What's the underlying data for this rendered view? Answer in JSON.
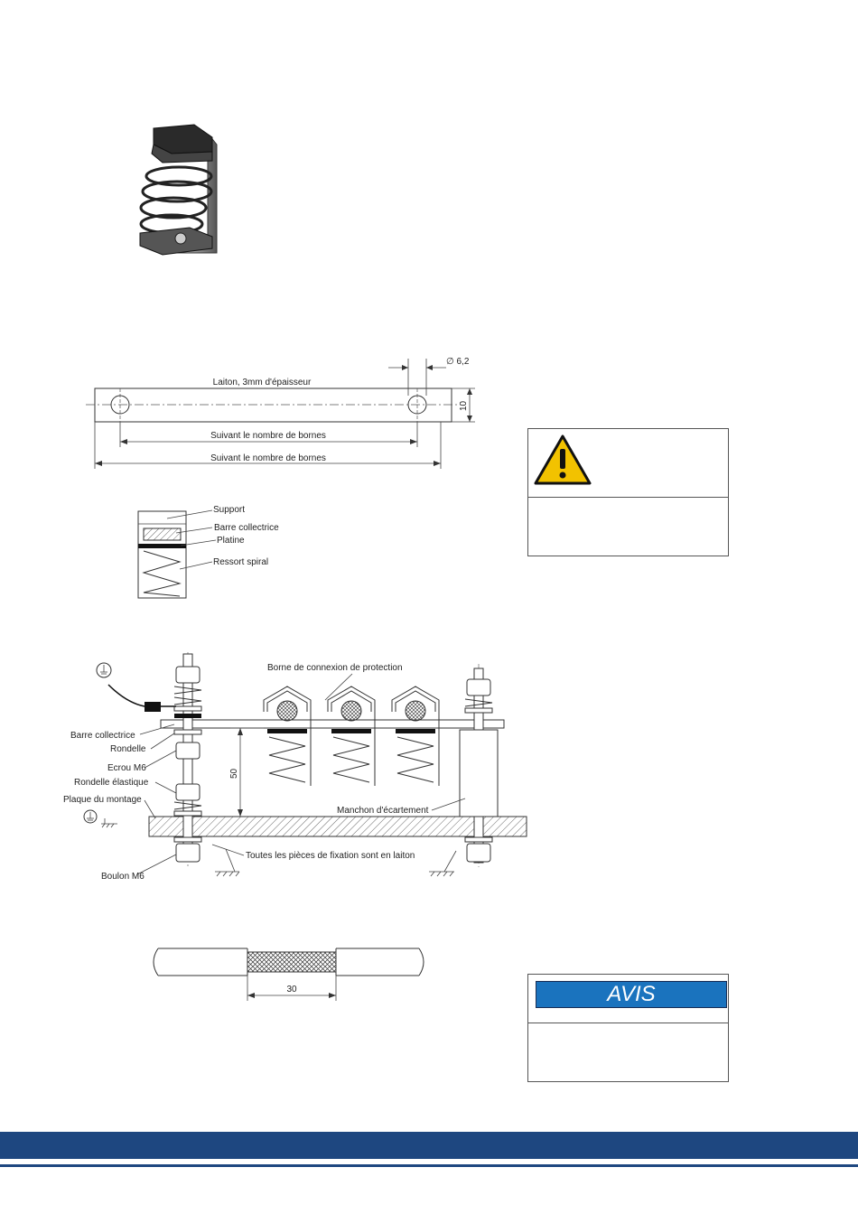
{
  "figure1": {
    "icon": "spring-clamp-terminal-photo"
  },
  "figure2": {
    "material_label": "Laiton, 3mm d'épaisseur",
    "hole_diameter": "∅ 6,2",
    "height": "10",
    "inner_length_label": "Suivant le nombre de bornes",
    "outer_length_label": "Suivant le nombre de bornes"
  },
  "figure3": {
    "labels": [
      "Support",
      "Barre collectrice",
      "Platine",
      "Ressort spiral"
    ]
  },
  "figure4": {
    "top_label": "Borne de connexion de protection",
    "left_labels": [
      "Barre collectrice",
      "Rondelle",
      "Ecrou M6",
      "Rondelle élastique",
      "Plaque du montage",
      "Boulon M6"
    ],
    "spacer_label": "Manchon d'écartement",
    "fixing_note": "Toutes les pièces de fixation sont en laiton",
    "height_dim": "50"
  },
  "figure5": {
    "width_dim": "30"
  },
  "warning": {
    "icon": "warning-triangle-icon",
    "color": "#f2c200"
  },
  "notice": {
    "label": "AVIS",
    "color": "#1a73be"
  },
  "footer": {
    "color": "#1e4780"
  }
}
